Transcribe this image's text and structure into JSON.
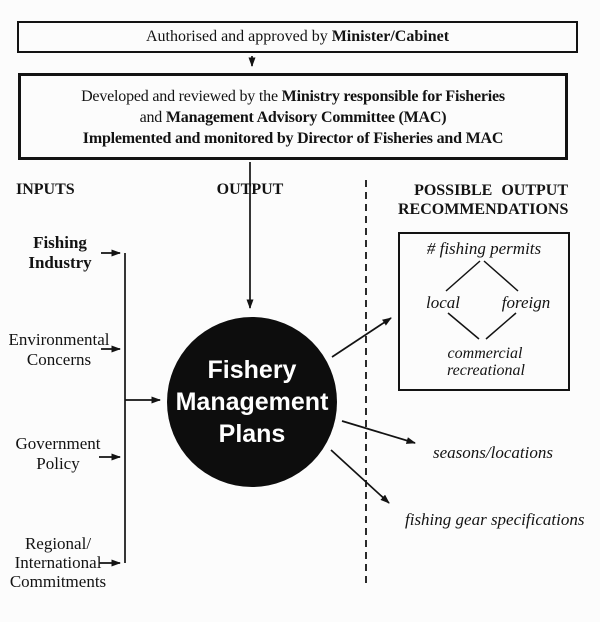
{
  "colors": {
    "ink": "#131313",
    "paper": "#fcfcfc",
    "node_fill": "#0d0d0d",
    "node_text": "#ffffff"
  },
  "authorization_box": {
    "normal": "Authorised and approved by",
    "bold": "Minister/Cabinet"
  },
  "development_box": {
    "line1_normal": "Developed and reviewed by the",
    "line1_bold": "Ministry responsible for Fisheries",
    "line2_normal": "and",
    "line2_bold": "Management Advisory Committee (MAC)",
    "line3_bold": "Implemented and monitored by Director of Fisheries and MAC"
  },
  "section_labels": {
    "inputs": "INPUTS",
    "output": "OUTPUT",
    "recommendations_line1": "POSSIBLE OUTPUT",
    "recommendations_line2": "RECOMMENDATIONS"
  },
  "inputs": [
    {
      "lines": [
        "Fishing",
        "Industry"
      ]
    },
    {
      "lines": [
        "Environmental",
        "Concerns"
      ]
    },
    {
      "lines": [
        "Government",
        "Policy"
      ]
    },
    {
      "lines": [
        "Regional/",
        "International",
        "Commitments"
      ]
    }
  ],
  "central_node": {
    "lines": [
      "Fishery",
      "Management",
      "Plans"
    ]
  },
  "permits_box": {
    "title": "# fishing permits",
    "left_option": "local",
    "right_option": "foreign",
    "bottom_line1": "commercial",
    "bottom_line2": "recreational"
  },
  "output_items": {
    "seasons": "seasons/locations",
    "gear": "fishing gear specifications"
  }
}
